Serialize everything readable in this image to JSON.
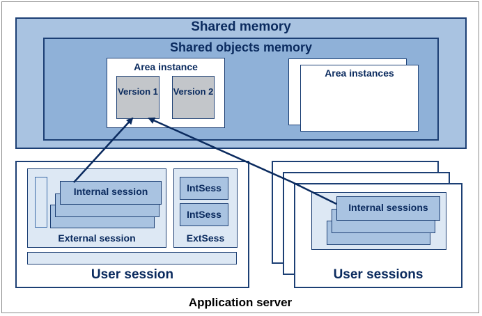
{
  "shared_memory": {
    "title": "Shared memory"
  },
  "shared_objects_memory": {
    "title": "Shared objects memory"
  },
  "area_instance": {
    "title": "Area instance",
    "versions": [
      {
        "label": "Version 1"
      },
      {
        "label": "Version 2"
      }
    ]
  },
  "area_instances": {
    "title": "Area instances"
  },
  "user_session": {
    "title": "User session",
    "external_session": {
      "title": "External session",
      "internal_session": "Internal session"
    },
    "extsess": {
      "title": "ExtSess",
      "intsess": [
        "IntSess",
        "IntSess"
      ]
    }
  },
  "user_sessions": {
    "title": "User sessions",
    "internal_sessions": "Internal sessions"
  },
  "application_server": {
    "title": "Application server"
  },
  "colors": {
    "outline": "#1c3f74",
    "shared_memory_fill": "#a9c3e1",
    "shared_objects_fill": "#8fb1d8",
    "version_fill": "#c3c6ca",
    "session_panel_fill": "#dde8f4",
    "arrow": "#0a2a5e"
  }
}
